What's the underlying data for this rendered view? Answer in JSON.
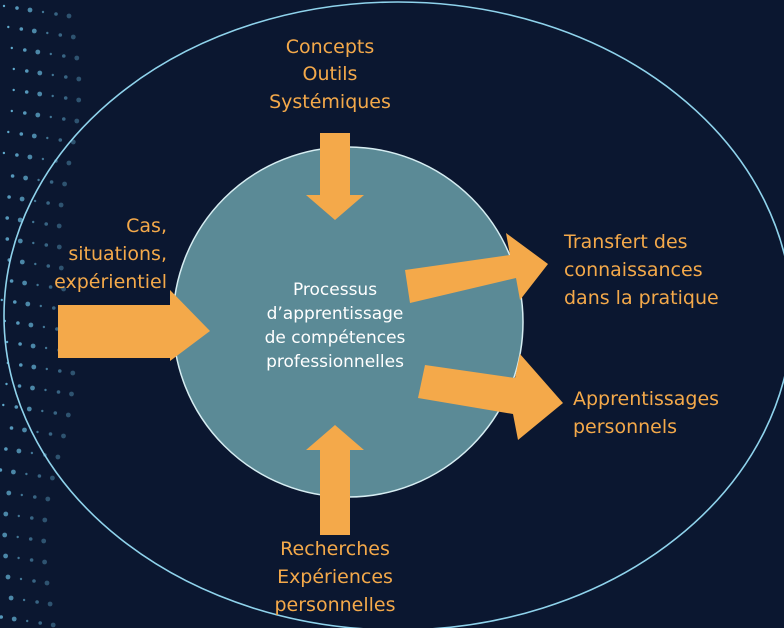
{
  "diagram": {
    "colors": {
      "background": "#0b1730",
      "outer_ellipse_stroke": "#8fd3ec",
      "circle_fill": "#5b8a96",
      "circle_stroke": "#d6edf2",
      "arrow_fill": "#f4a94a",
      "label_text": "#f4a94a",
      "center_text": "#ffffff",
      "dots": "#6fc3e8"
    },
    "center": {
      "line1": "Processus",
      "line2": "d’apprentissage",
      "line3": "de compétences",
      "line4": "professionnelles"
    },
    "top_inputs": {
      "line1": "Concepts",
      "line2": "Outils",
      "line3": "Systémiques"
    },
    "left_inputs": {
      "line1": "Cas,",
      "line2": "situations,",
      "line3": "expérientiel"
    },
    "bottom_inputs": {
      "line1": "Recherches",
      "line2": "Expériences",
      "line3": "personnelles"
    },
    "output_transfer": {
      "line1": "Transfert des",
      "line2": "connaissances",
      "line3": "dans la pratique"
    },
    "output_learning": {
      "line1": "Apprentissages",
      "line2": "personnels"
    }
  }
}
